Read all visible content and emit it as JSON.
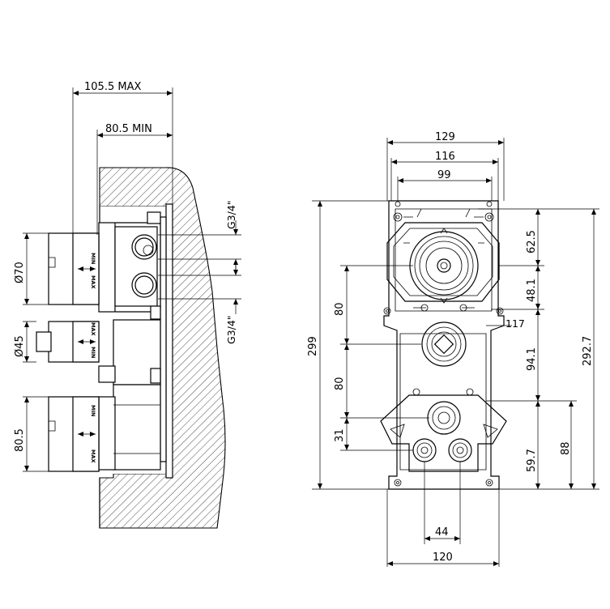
{
  "side_view": {
    "dim_top_max": "105.5  MAX",
    "dim_top_min": "80.5  MIN",
    "dim_diam_70": "Ø70",
    "dim_diam_45": "Ø45",
    "dim_80_5": "80.5",
    "thread_top": "G3/4\"",
    "thread_bottom": "G3/4\"",
    "knob_min": "MIN",
    "knob_max": "MAX"
  },
  "front_view": {
    "dim_129": "129",
    "dim_116": "116",
    "dim_99": "99",
    "dim_299": "299",
    "dim_292_7": "292.7",
    "dim_62_5": "62.5",
    "dim_48_1": "48.1",
    "dim_94_1": "94.1",
    "dim_88": "88",
    "dim_59_7": "59.7",
    "dim_80_a": "80",
    "dim_80_b": "80",
    "dim_31": "31",
    "dim_117": "117",
    "dim_44": "44",
    "dim_120": "120"
  }
}
